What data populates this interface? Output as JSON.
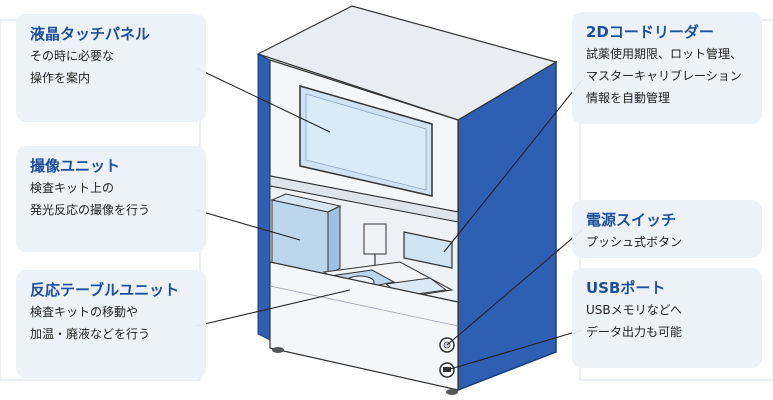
{
  "callouts": [
    {
      "title": "液晶タッチパネル",
      "lines": [
        "その時に必要な",
        "操作を案内"
      ]
    },
    {
      "title": "撮像ユニット",
      "lines": [
        "検査キット上の",
        "発光反応の撮像を行う"
      ]
    },
    {
      "title": "反応テーブルユニット",
      "lines": [
        "検査キットの移動や",
        "加温・廃液などを行う"
      ]
    },
    {
      "title": "2Dコードリーダー",
      "lines": [
        "試薬使用期限、ロット管理、",
        "マスターキャリブレーション",
        "情報を自動管理"
      ]
    },
    {
      "title": "電源スイッチ",
      "lines": [
        "プッシュ式ボタン"
      ]
    },
    {
      "title": "USBポート",
      "lines": [
        "USBメモリなどへ",
        "データ出力も可能"
      ]
    }
  ],
  "colors": {
    "accent_blue": "#2f5fb3",
    "title_blue": "#1e4f9c",
    "callout_bg": "#ecf1f9",
    "panel_white": "#f5f6f8",
    "leader_line": "#222222"
  }
}
